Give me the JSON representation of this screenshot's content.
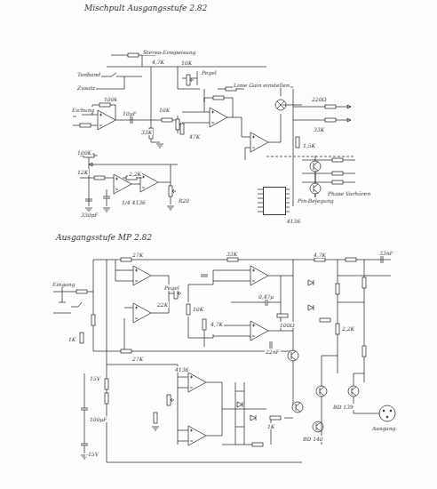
{
  "diagram": {
    "title": "Mischpult Ausgangsstufe 2.82",
    "nodes": [
      {
        "text": [
          "4136"
        ]
      }
    ],
    "labels": [
      "Ausgangsstufe MP 2.82",
      "Stereo-Einspeisung",
      "4,7K",
      "Tonband",
      "Zusatz",
      "10K",
      "Pegel",
      "Linie Gain einstellen",
      "Eichung",
      "100k",
      "33K",
      "10K",
      "10µF",
      "47K",
      "220Ω",
      "33K",
      "1,5K",
      "Phase Vorhören",
      "100K",
      "12K",
      "2,2K",
      "330pF",
      "1/4 4136",
      "R20",
      "Pin-Belegung",
      "Eingang",
      "27K",
      "27K",
      "Pegel",
      "22K",
      "10K",
      "4,7K",
      "33K",
      "0,47µ",
      "4,7K",
      "100Ω",
      "22nF",
      "2,2K",
      "4136",
      "1K",
      "15V",
      "100µF",
      "-15V",
      "BD 139",
      "BD 140",
      "1K",
      "33nF",
      "Ausgang"
    ]
  }
}
